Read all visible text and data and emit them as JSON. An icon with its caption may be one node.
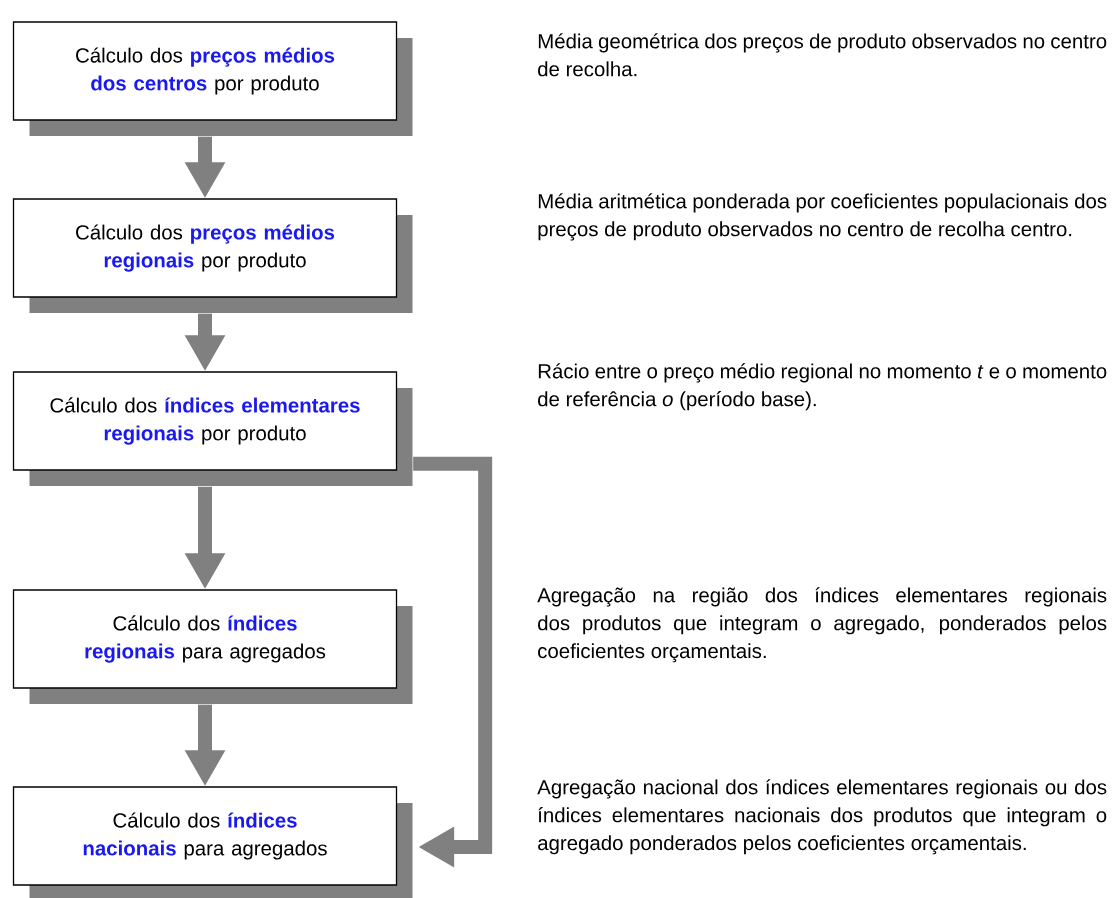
{
  "diagram": {
    "nodes": [
      {
        "text": [
          "Cálculo dos **preços médios dos centros** por produto"
        ]
      },
      {
        "text": [
          "Cálculo dos **preços médios regionais** por produto"
        ]
      },
      {
        "text": [
          "Cálculo dos **índices elementares regionais** por produto"
        ]
      },
      {
        "text": [
          "Cálculo dos **índices regionais** para agregados"
        ]
      },
      {
        "text": [
          "Cálculo dos **índices nacionais** para agregados"
        ]
      }
    ],
    "edges": [
      {
        "from": 0,
        "to": 1,
        "arrow": "to"
      },
      {
        "from": 1,
        "to": 2,
        "arrow": "to"
      },
      {
        "from": 2,
        "to": 3,
        "arrow": "to"
      },
      {
        "from": 3,
        "to": 4,
        "arrow": "to"
      },
      {
        "from": 2,
        "to": 4,
        "arrow": "to"
      }
    ],
    "labels": [
      "Média geométrica dos preços de produto observados no centro de recolha.",
      "Média aritmética ponderada por coeficientes populacionais dos preços de produto observados no centro de recolha centro.",
      "Rácio entre o preço médio regional no momento *t* e o momento de referência *o* (período base).",
      "Agregação na região dos índices elementares regionais dos produtos que integram o agregado, ponderados pelos coeficientes orçamentais.",
      "Agregação nacional dos índices elementares regionais ou dos índices elementares nacionais dos produtos que integram o agregado ponderados pelos coeficientes orçamentais."
    ]
  }
}
